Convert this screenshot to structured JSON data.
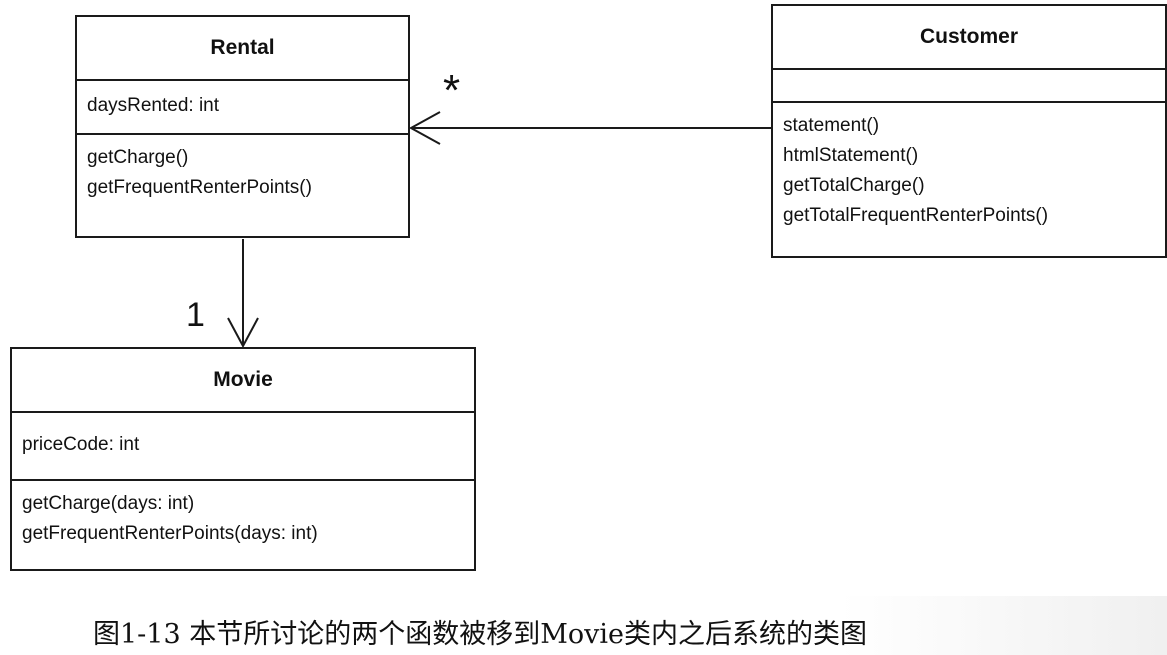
{
  "classes": {
    "rental": {
      "name": "Rental",
      "attributes": [
        "daysRented: int"
      ],
      "operations": [
        "getCharge()",
        "getFrequentRenterPoints()"
      ]
    },
    "customer": {
      "name": "Customer",
      "attributes": [],
      "operations": [
        "statement()",
        "htmlStatement()",
        "getTotalCharge()",
        "getTotalFrequentRenterPoints()"
      ]
    },
    "movie": {
      "name": "Movie",
      "attributes": [
        "priceCode: int"
      ],
      "operations": [
        "getCharge(days: int)",
        "getFrequentRenterPoints(days: int)"
      ]
    }
  },
  "associations": {
    "customer_to_rental": {
      "multiplicity": "*"
    },
    "rental_to_movie": {
      "multiplicity": "1"
    }
  },
  "caption": "图1-13  本节所讨论的两个函数被移到Movie类内之后系统的类图"
}
